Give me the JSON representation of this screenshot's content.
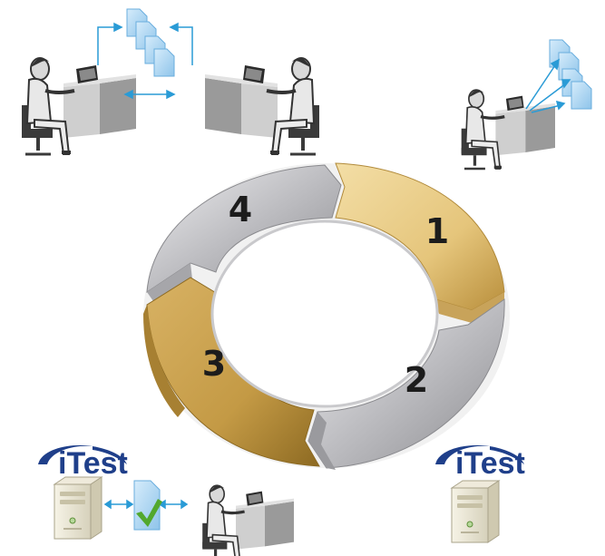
{
  "cycle": {
    "segments": [
      {
        "number": "1",
        "color": "#e6c77a"
      },
      {
        "number": "2",
        "color": "#b9b9bc"
      },
      {
        "number": "3",
        "color": "#c9a04a"
      },
      {
        "number": "4",
        "color": "#b4b4b7"
      }
    ]
  },
  "logos": {
    "left": "iTest",
    "right": "iTest"
  },
  "colors": {
    "arrow_blue": "#2a9bd6",
    "document_blue": "#a9d3f0",
    "check_green": "#52a82e",
    "brand_blue": "#1f3f8a"
  },
  "icons": [
    "person-at-computer-icon",
    "document-icon",
    "server-icon",
    "check-icon",
    "itest-logo"
  ]
}
